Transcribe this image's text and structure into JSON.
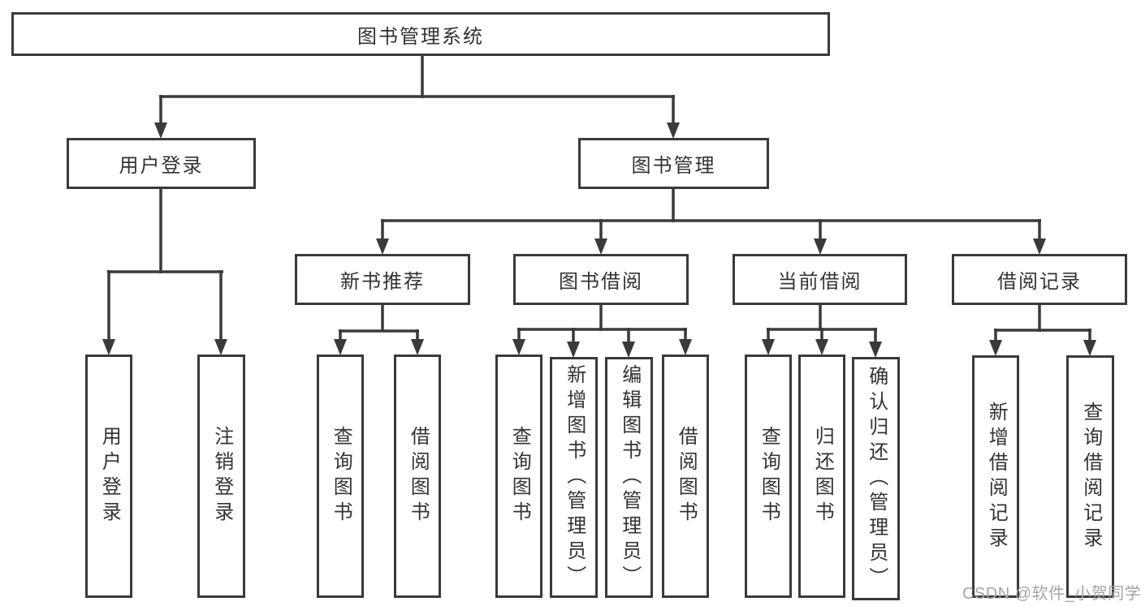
{
  "watermark": "CSDN @软件_小贺同学",
  "colors": {
    "line": "#3a3a3a",
    "text": "#333333",
    "watermark": "#a5a5a5",
    "background": "#ffffff"
  },
  "tree": {
    "label": "图书管理系统",
    "children": [
      {
        "label": "用户登录",
        "children": [
          {
            "label": "用户登录"
          },
          {
            "label": "注销登录"
          }
        ]
      },
      {
        "label": "图书管理",
        "children": [
          {
            "label": "新书推荐",
            "children": [
              {
                "label": "查询图书"
              },
              {
                "label": "借阅图书"
              }
            ]
          },
          {
            "label": "图书借阅",
            "children": [
              {
                "label": "查询图书"
              },
              {
                "label": "新增图书（管理员）"
              },
              {
                "label": "编辑图书（管理员）"
              },
              {
                "label": "借阅图书"
              }
            ]
          },
          {
            "label": "当前借阅",
            "children": [
              {
                "label": "查询图书"
              },
              {
                "label": "归还图书"
              },
              {
                "label": "确认归还（管理员）"
              }
            ]
          },
          {
            "label": "借阅记录",
            "children": [
              {
                "label": "新增借阅记录"
              },
              {
                "label": "查询借阅记录"
              }
            ]
          }
        ]
      }
    ]
  }
}
